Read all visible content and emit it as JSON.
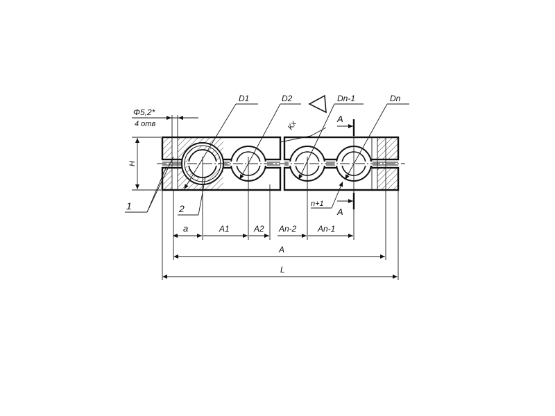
{
  "labels": {
    "hole_dia": "Φ5,2*",
    "hole_count": "4 отв",
    "d1": "D1",
    "d2": "D2",
    "dn1": "Dn-1",
    "dn": "Dn",
    "roughness": "Kx",
    "section_top": "A",
    "section_bottom": "A",
    "n_plus_1": "n+1",
    "height": "H",
    "ref1": "1",
    "ref2": "2",
    "dim_a": "a",
    "dim_a1": "A1",
    "dim_a2": "A2",
    "dim_an2": "An-2",
    "dim_an1": "An-1",
    "dim_A": "A",
    "dim_L": "L"
  }
}
